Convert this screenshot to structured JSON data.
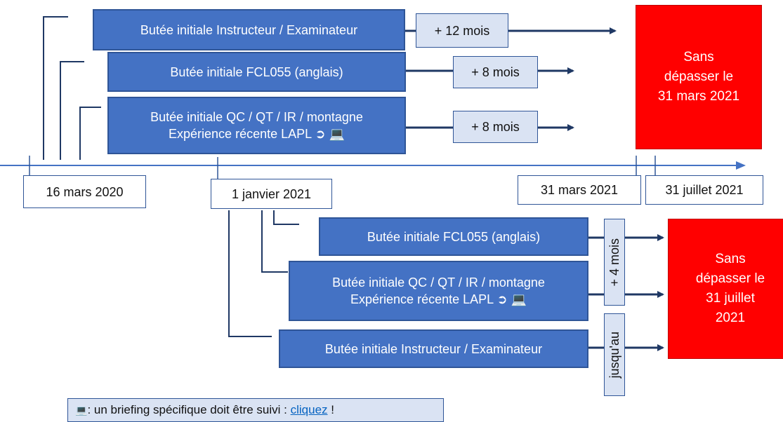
{
  "boxes": {
    "top_instr": "Butée initiale Instructeur / Examinateur",
    "top_fcl": "Butée initiale FCL055 (anglais)",
    "top_qc_line1": "Butée initiale QC / QT / IR / montagne",
    "top_qc_line2": "Expérience récente LAPL ➲ 💻",
    "plus12": "+ 12 mois",
    "plus8a": "+ 8 mois",
    "plus8b": "+ 8 mois",
    "bot_fcl": "Butée initiale FCL055 (anglais)",
    "bot_qc_line1": "Butée initiale QC / QT / IR / montagne",
    "bot_qc_line2": "Expérience récente LAPL ➲ 💻",
    "bot_instr": "Butée initiale Instructeur / Examinateur",
    "plus4": "+ 4 mois",
    "jusquau": "jusqu'au"
  },
  "red": {
    "top": [
      "Sans",
      "dépasser le",
      "31 mars 2021"
    ],
    "bottom": [
      "Sans",
      "dépasser le",
      "31 juillet",
      "2021"
    ]
  },
  "dates": {
    "d1": "16 mars 2020",
    "d2": "1 janvier 2021",
    "d3": "31 mars 2021",
    "d4": "31 juillet 2021"
  },
  "note": {
    "icon": "laptop-icon",
    "text": ": un briefing spécifique doit être suivi : ",
    "link": "cliquez",
    "suffix": " !"
  },
  "colors": {
    "box_blue": "#4472c4",
    "box_border": "#2f5597",
    "light_blue": "#dae3f3",
    "red": "#ff0000",
    "line": "#1f3864"
  }
}
